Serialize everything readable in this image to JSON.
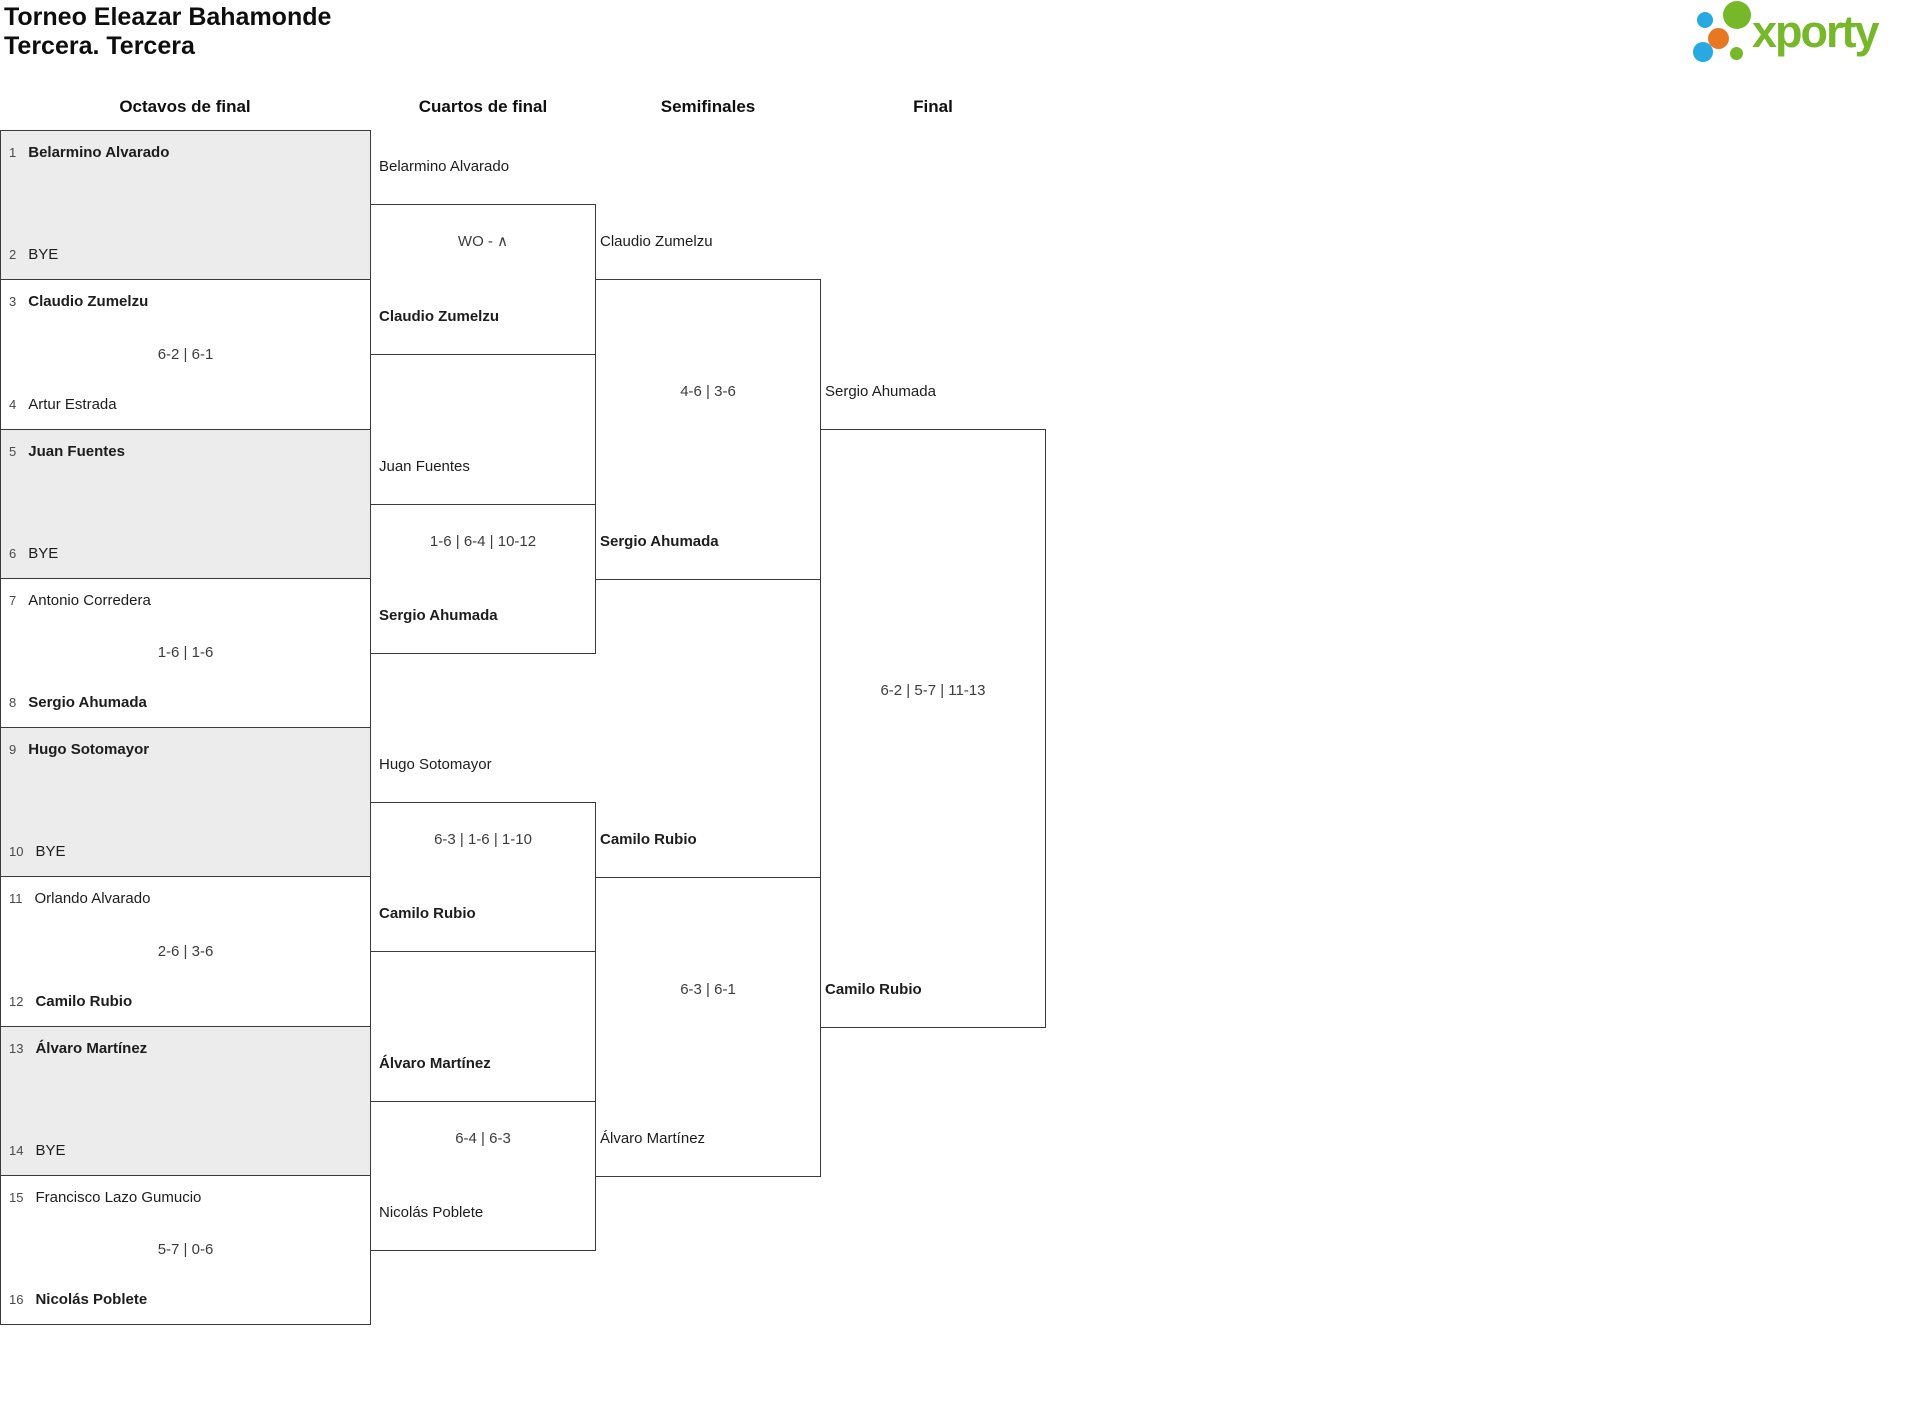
{
  "header": {
    "title_line1": "Torneo Eleazar Bahamonde",
    "title_line2": "Tercera. Tercera"
  },
  "logo": {
    "text": "xporty",
    "green": "#76b82a",
    "blue": "#29a9e1",
    "orange": "#e87722"
  },
  "rounds": [
    "Octavos de final",
    "Cuartos de final",
    "Semifinales",
    "Final"
  ],
  "octavos": [
    {
      "p1": {
        "seed": "1",
        "name": "Belarmino Alvarado"
      },
      "p2": {
        "seed": "2",
        "name": "BYE"
      },
      "score": "",
      "winner": "p1",
      "bye": true
    },
    {
      "p1": {
        "seed": "3",
        "name": "Claudio Zumelzu"
      },
      "p2": {
        "seed": "4",
        "name": "Artur Estrada"
      },
      "score": "6-2 | 6-1",
      "winner": "p1",
      "bye": false
    },
    {
      "p1": {
        "seed": "5",
        "name": "Juan Fuentes"
      },
      "p2": {
        "seed": "6",
        "name": "BYE"
      },
      "score": "",
      "winner": "p1",
      "bye": true
    },
    {
      "p1": {
        "seed": "7",
        "name": "Antonio Corredera"
      },
      "p2": {
        "seed": "8",
        "name": "Sergio Ahumada"
      },
      "score": "1-6 | 1-6",
      "winner": "p2",
      "bye": false
    },
    {
      "p1": {
        "seed": "9",
        "name": "Hugo Sotomayor"
      },
      "p2": {
        "seed": "10",
        "name": "BYE"
      },
      "score": "",
      "winner": "p1",
      "bye": true
    },
    {
      "p1": {
        "seed": "11",
        "name": "Orlando Alvarado"
      },
      "p2": {
        "seed": "12",
        "name": "Camilo Rubio"
      },
      "score": "2-6 | 3-6",
      "winner": "p2",
      "bye": false
    },
    {
      "p1": {
        "seed": "13",
        "name": "Álvaro Martínez"
      },
      "p2": {
        "seed": "14",
        "name": "BYE"
      },
      "score": "",
      "winner": "p1",
      "bye": true
    },
    {
      "p1": {
        "seed": "15",
        "name": "Francisco Lazo Gumucio"
      },
      "p2": {
        "seed": "16",
        "name": "Nicolás Poblete"
      },
      "score": "5-7 | 0-6",
      "winner": "p2",
      "bye": false
    }
  ],
  "cuartos": [
    {
      "p1": "Belarmino Alvarado",
      "p2": "Claudio Zumelzu",
      "score": "WO - ∧",
      "winner": "p2"
    },
    {
      "p1": "Juan Fuentes",
      "p2": "Sergio Ahumada",
      "score": "1-6 | 6-4 | 10-12",
      "winner": "p2"
    },
    {
      "p1": "Hugo Sotomayor",
      "p2": "Camilo Rubio",
      "score": "6-3 | 1-6 | 1-10",
      "winner": "p2"
    },
    {
      "p1": "Álvaro Martínez",
      "p2": "Nicolás Poblete",
      "score": "6-4 | 6-3",
      "winner": "p1"
    }
  ],
  "semifinales": [
    {
      "p1": "Claudio Zumelzu",
      "p2": "Sergio Ahumada",
      "score": "4-6 | 3-6",
      "winner": "p2"
    },
    {
      "p1": "Camilo Rubio",
      "p2": "Álvaro Martínez",
      "score": "6-3 | 6-1",
      "winner": "p1"
    }
  ],
  "final": {
    "p1": "Sergio Ahumada",
    "p2": "Camilo Rubio",
    "score": "6-2 | 5-7 | 11-13",
    "winner": "p2"
  }
}
